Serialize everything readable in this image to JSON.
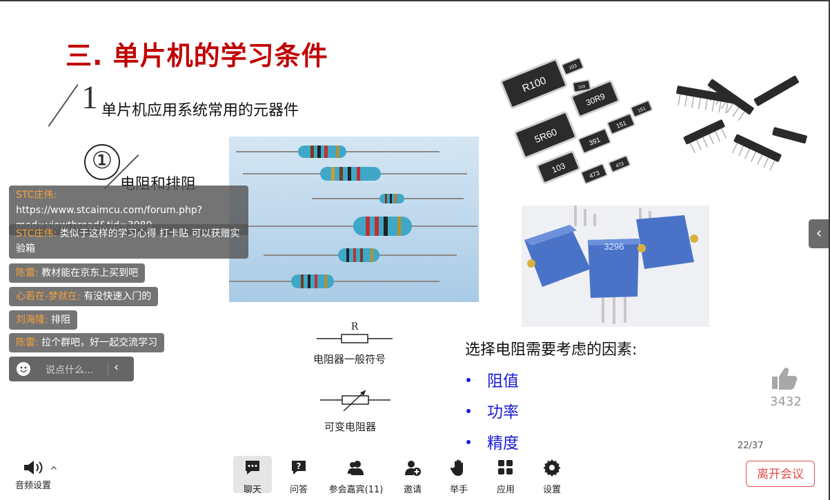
{
  "slide": {
    "title": "三. 单片机的学习条件",
    "section_number": "1",
    "section_title": "单片机应用系统常用的元器件",
    "subsection_number": "①",
    "subsection_title": "电阻和排阻",
    "symbols": {
      "resistor_letter": "R",
      "resistor_caption": "电阻器一般符号",
      "variable_caption": "可变电阻器"
    },
    "smd_labels": [
      "R100",
      "5R60",
      "30R9",
      "103",
      "391",
      "151",
      "473",
      "103",
      "103",
      "151",
      "473"
    ],
    "trimpot_label": "3296",
    "factors_title": "选择电阻需要考虑的因素:",
    "factors": [
      "阻值",
      "功率",
      "精度"
    ],
    "like_count": "3432",
    "page_indicator": "22/37"
  },
  "chat": {
    "messages": [
      {
        "name": "STC庄伟:",
        "text": "https://www.stcaimcu.com/forum.php?mod=viewthread&tid=3080"
      },
      {
        "name": "STC庄伟:",
        "text": "类似于这样的学习心得 打卡贴 可以获赠实验箱"
      },
      {
        "name": "陈雷:",
        "text": "教材能在京东上买到吧"
      },
      {
        "name": "心若在-梦就在:",
        "text": "有没快速入门的"
      },
      {
        "name": "刘海隆:",
        "text": "排阻"
      },
      {
        "name": "陈雷:",
        "text": "拉个群吧，好一起交流学习"
      }
    ],
    "input_placeholder": "说点什么..."
  },
  "toolbar": {
    "audio_label": "音频设置",
    "items": [
      {
        "label": "聊天",
        "icon": "chat-icon"
      },
      {
        "label": "问答",
        "icon": "question-icon"
      },
      {
        "label": "参会嘉宾(11)",
        "icon": "attendees-icon"
      },
      {
        "label": "邀请",
        "icon": "invite-icon"
      },
      {
        "label": "举手",
        "icon": "raise-hand-icon"
      },
      {
        "label": "应用",
        "icon": "apps-icon"
      },
      {
        "label": "设置",
        "icon": "settings-icon"
      }
    ],
    "leave_label": "离开会议"
  },
  "colors": {
    "title_red": "#c00000",
    "factor_blue": "#1a1ad6",
    "chat_name_orange": "#f3a03c",
    "leave_red": "#e34c4c"
  }
}
